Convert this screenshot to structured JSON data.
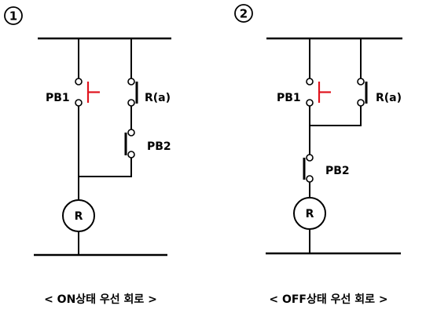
{
  "circuits": [
    {
      "number": "1",
      "pb1": "PB1",
      "relay_contact": "R(a)",
      "pb2": "PB2",
      "coil": "R",
      "caption": "< ON상태 우선 회로 >"
    },
    {
      "number": "2",
      "pb1": "PB1",
      "relay_contact": "R(a)",
      "pb2": "PB2",
      "coil": "R",
      "caption": "< OFF상태 우선 회로 >"
    }
  ],
  "colors": {
    "wire": "#000000",
    "pushbutton_actuator": "#e0141e"
  }
}
